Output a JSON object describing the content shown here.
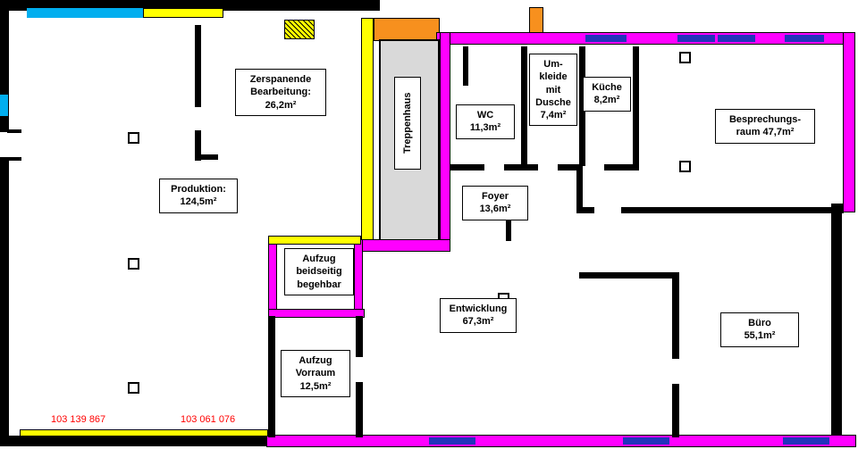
{
  "title": "Gewerbeflaeche Grundriss (floor plan)",
  "colors": {
    "wall_black": "#000000",
    "wall_magenta": "#FF00FF",
    "wall_yellow": "#FFFF00",
    "wall_cyan": "#00AEEF",
    "wall_orange": "#F7901E",
    "stair_gray": "#D9D9D9",
    "window_blue": "#2233BB",
    "reference_red": "#FF0000",
    "background": "#FFFFFF"
  },
  "rooms": {
    "zerspanende": {
      "text": "Zerspanende\nBearbeitung:\n26,2m²",
      "name": "Zerspanende Bearbeitung",
      "area_m2": "26,2"
    },
    "produktion": {
      "text": "Produktion:\n124,5m²",
      "name": "Produktion",
      "area_m2": "124,5"
    },
    "treppenhaus": {
      "text": "Treppenhaus",
      "name": "Treppenhaus"
    },
    "wc": {
      "text": "WC\n11,3m²",
      "name": "WC",
      "area_m2": "11,3"
    },
    "umkleide": {
      "text": "Um-\nkleide\nmit\nDusche\n7,4m²",
      "name": "Umkleide mit Dusche",
      "area_m2": "7,4"
    },
    "kueche": {
      "text": "Küche\n8,2m²",
      "name": "Küche",
      "area_m2": "8,2"
    },
    "besprechungsraum": {
      "text": "Besprechungs-\nraum 47,7m²",
      "name": "Besprechungsraum",
      "area_m2": "47,7"
    },
    "foyer": {
      "text": "Foyer\n13,6m²",
      "name": "Foyer",
      "area_m2": "13,6"
    },
    "aufzug": {
      "text": "Aufzug\nbeidseitig\nbegehbar",
      "name": "Aufzug beidseitig begehbar"
    },
    "entwicklung": {
      "text": "Entwicklung\n67,3m²",
      "name": "Entwicklung",
      "area_m2": "67,3"
    },
    "aufzug_vorraum": {
      "text": "Aufzug\nVorraum\n12,5m²",
      "name": "Aufzug Vorraum",
      "area_m2": "12,5"
    },
    "buero": {
      "text": "Büro\n55,1m²",
      "name": "Büro",
      "area_m2": "55,1"
    }
  },
  "reference_numbers": {
    "left": "103 139 867",
    "right": "103 061 076"
  }
}
